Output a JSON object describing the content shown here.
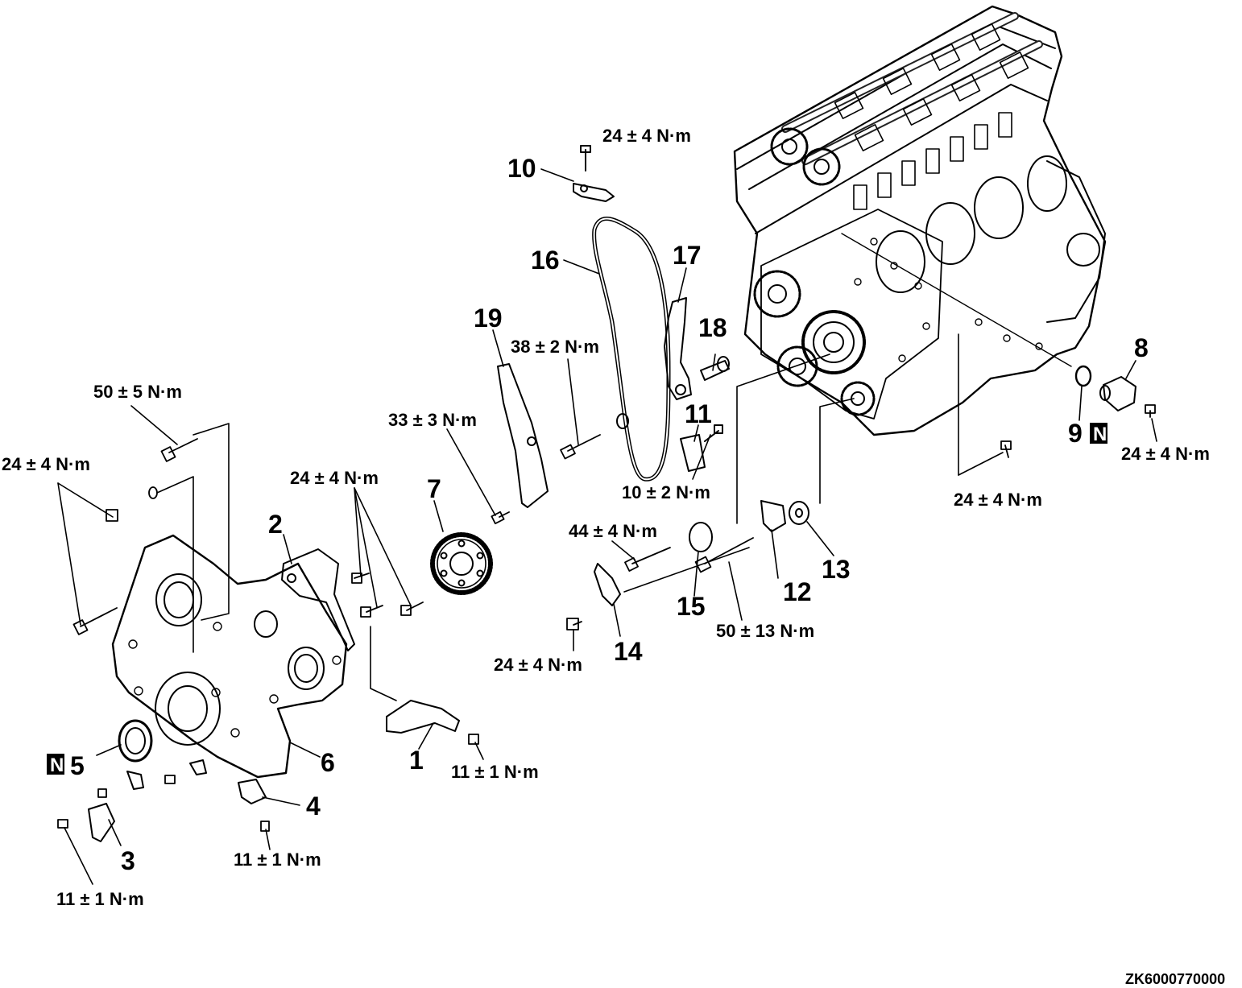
{
  "diagram_code": "ZK6000770000",
  "new_part_mark": "N",
  "callouts": {
    "c1": "1",
    "c2": "2",
    "c3": "3",
    "c4": "4",
    "c5": "5",
    "c6": "6",
    "c7": "7",
    "c8": "8",
    "c9": "9",
    "c10": "10",
    "c11": "11",
    "c12": "12",
    "c13": "13",
    "c14": "14",
    "c15": "15",
    "c16": "16",
    "c17": "17",
    "c18": "18",
    "c19": "19"
  },
  "torques": {
    "t_top_10": "24 ± 4 N·m",
    "t_50_5": "50 ± 5 N·m",
    "t_left_24": "24 ± 4 N·m",
    "t_mid_24": "24 ± 4 N·m",
    "t_38_2": "38 ± 2 N·m",
    "t_33_3": "33 ± 3 N·m",
    "t_10_2": "10 ± 2 N·m",
    "t_44_4": "44 ± 4 N·m",
    "t_14_24": "24 ± 4 N·m",
    "t_50_13": "50 ± 13 N·m",
    "t_block_24": "24 ± 4 N·m",
    "t_8_24": "24 ± 4 N·m",
    "t_1_11": "11 ± 1 N·m",
    "t_4_11": "11 ± 1 N·m",
    "t_3_11": "11 ± 1 N·m"
  }
}
